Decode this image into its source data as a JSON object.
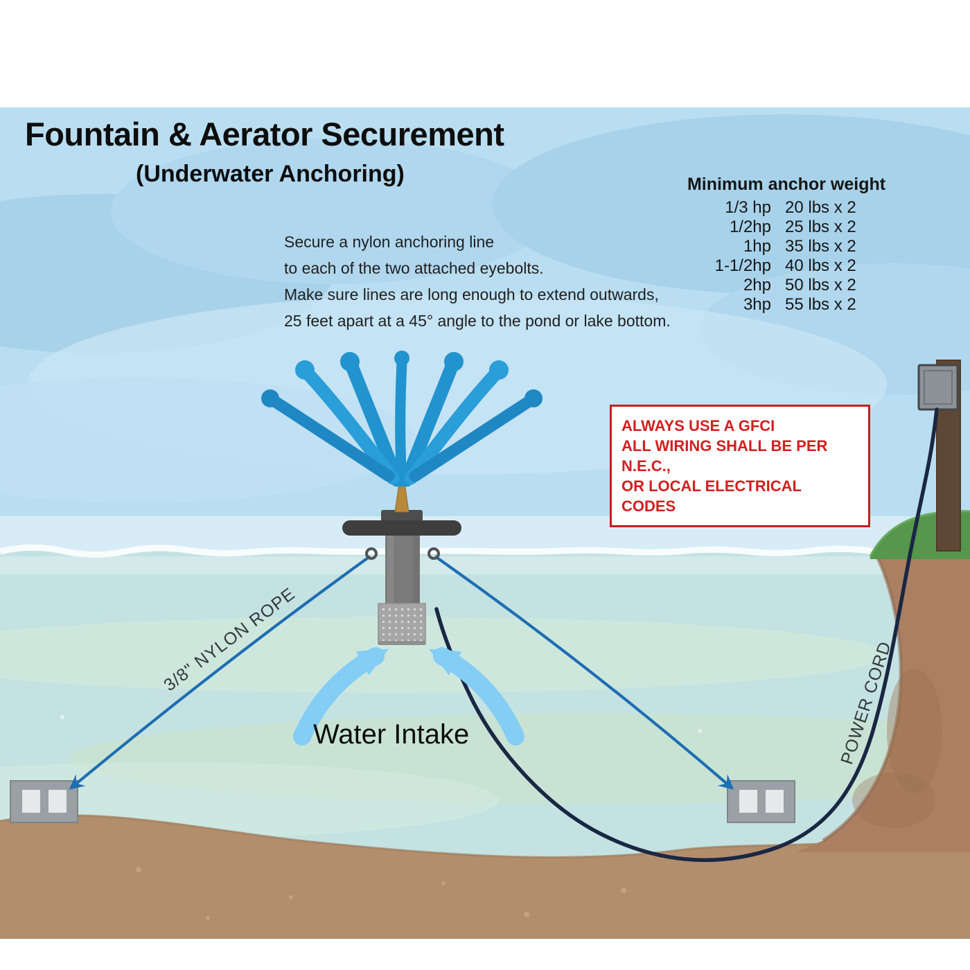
{
  "title": "Fountain & Aerator Securement",
  "subtitle": "(Underwater Anchoring)",
  "instructions": {
    "lines": [
      "Secure a nylon anchoring line",
      "to each of the two attached eyebolts.",
      "Make sure lines are long enough to extend outwards,",
      "25 feet apart at a 45° angle to the pond or lake bottom."
    ]
  },
  "anchor_table": {
    "header": "Minimum anchor weight",
    "rows": [
      {
        "hp": "1/3 hp",
        "weight": "20 lbs x 2"
      },
      {
        "hp": "1/2hp",
        "weight": "25 lbs x 2"
      },
      {
        "hp": "1hp",
        "weight": "35 lbs x 2"
      },
      {
        "hp": "1-1/2hp",
        "weight": "40 lbs x 2"
      },
      {
        "hp": "2hp",
        "weight": "50 lbs x 2"
      },
      {
        "hp": "3hp",
        "weight": "55 lbs x 2"
      }
    ]
  },
  "warning": {
    "lines": [
      "ALWAYS USE A GFCI",
      "ALL WIRING SHALL BE PER N.E.C.,",
      "OR LOCAL ELECTRICAL CODES"
    ]
  },
  "labels": {
    "rope": "3/8\" NYLON ROPE",
    "water_intake": "Water Intake",
    "power_cord": "POWER CORD"
  },
  "colors": {
    "spray_blue": "#2697d1",
    "intake_arrow_blue": "#84cdf4",
    "rope_blue": "#1e6eb2",
    "power_cord_navy": "#1a2743",
    "warning_red": "#c41e1e",
    "sky_blue": "#badef1",
    "water_blue": "#c5e2e2",
    "sediment_brown": "#b28e6c"
  }
}
